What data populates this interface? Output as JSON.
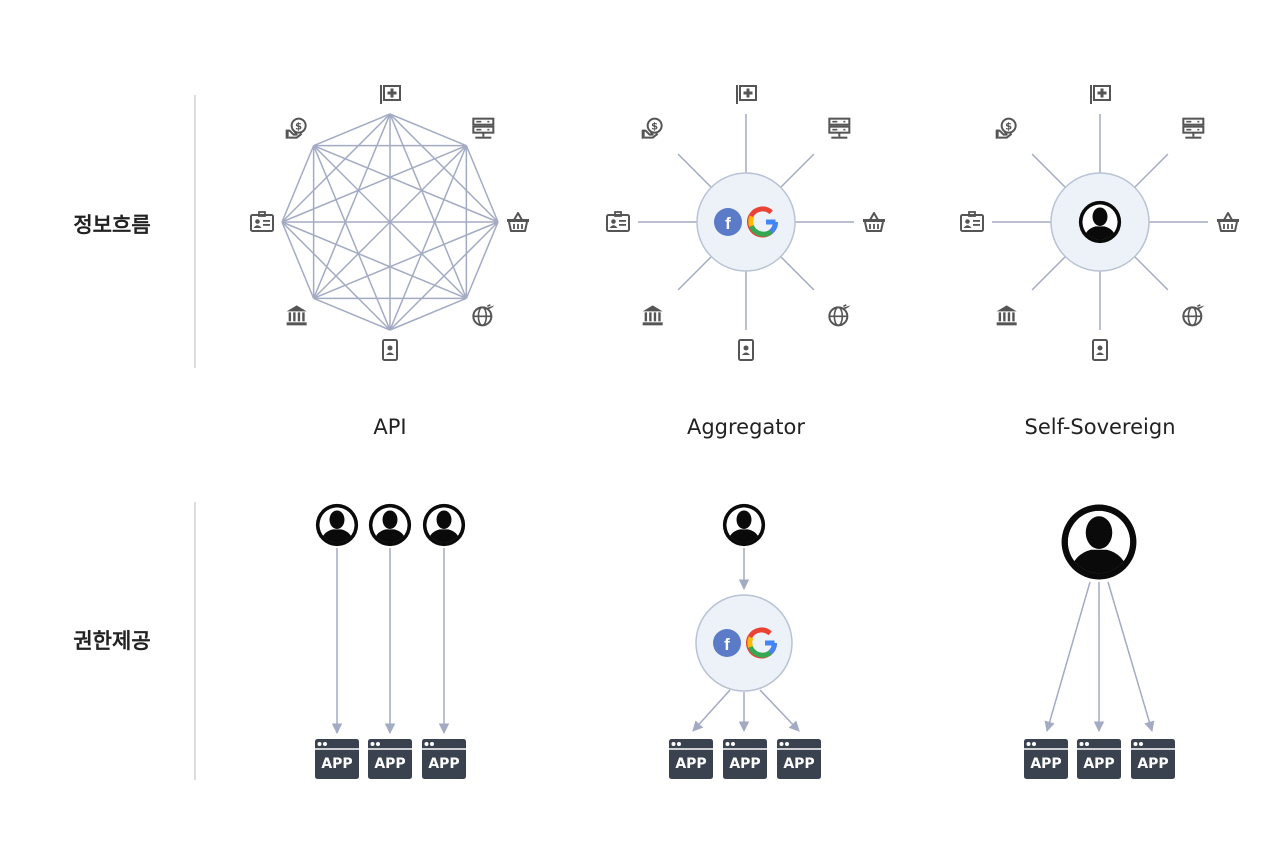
{
  "rows": {
    "information_flow": "정보흐름",
    "permission": "권한제공"
  },
  "models": [
    {
      "key": "api",
      "title": "API"
    },
    {
      "key": "aggregator",
      "title": "Aggregator"
    },
    {
      "key": "self_sovereign",
      "title": "Self-Sovereign"
    }
  ],
  "app_label": "APP",
  "hub_logos": {
    "facebook": "f",
    "google": "G"
  },
  "node_icons": [
    "hospital-icon",
    "server-icon",
    "shopping-basket-icon",
    "global-travel-icon",
    "id-badge-icon",
    "bank-icon",
    "id-card-icon",
    "money-hand-icon"
  ],
  "colors": {
    "edge": "#a3abc4",
    "hub_fill": "#edf2f9",
    "hub_stroke": "#b9c3d4",
    "icon": "#555555",
    "app_box": "#3a4250",
    "person": "#0a0a0a",
    "facebook": "#5b7bc9"
  }
}
